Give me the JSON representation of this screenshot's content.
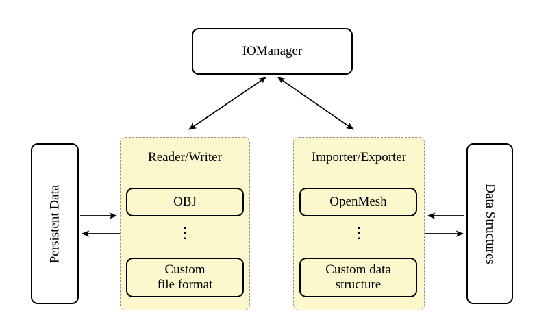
{
  "colors": {
    "background": "#ffffff",
    "panel_fill": "#fbf8ce",
    "panel_border": "#8f8f8f",
    "box_border": "#000000",
    "arrow": "#000000"
  },
  "nodes": {
    "io_manager": {
      "label": "IOManager"
    },
    "persistent_data": {
      "label": "Persistent Data"
    },
    "data_structures": {
      "label": "Data Structures"
    },
    "reader_writer": {
      "title": "Reader/Writer",
      "items": {
        "first": "OBJ",
        "ellipsis": "⋮",
        "last": "Custom\nfile format"
      }
    },
    "importer_exporter": {
      "title": "Importer/Exporter",
      "items": {
        "first": "OpenMesh",
        "ellipsis": "⋮",
        "last": "Custom data\nstructure"
      }
    }
  }
}
